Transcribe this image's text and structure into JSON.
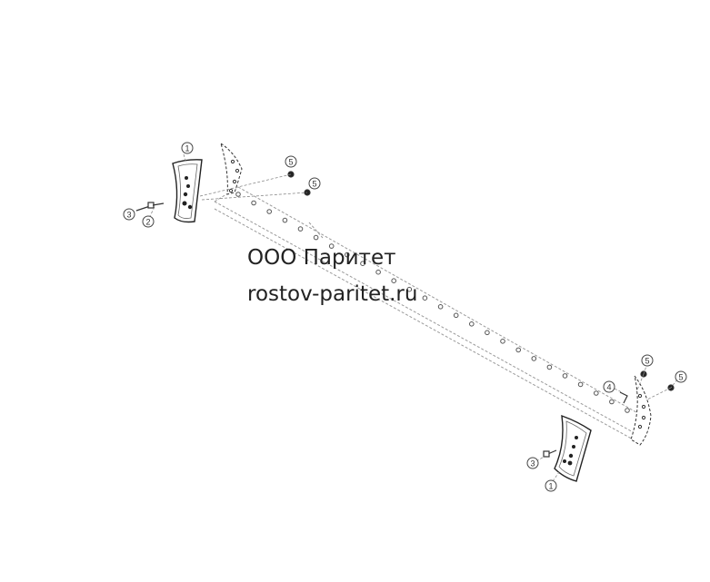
{
  "watermark": {
    "company": "ООО Паритет",
    "site": "rostov-paritet.ru"
  },
  "callouts": [
    {
      "id": "c1a",
      "label": "1"
    },
    {
      "id": "c5a",
      "label": "5"
    },
    {
      "id": "c5b",
      "label": "5"
    },
    {
      "id": "c3a",
      "label": "3"
    },
    {
      "id": "c2a",
      "label": "2"
    },
    {
      "id": "c5c",
      "label": "5"
    },
    {
      "id": "c5d",
      "label": "5"
    },
    {
      "id": "c4a",
      "label": "4"
    },
    {
      "id": "c3b",
      "label": "3"
    },
    {
      "id": "c1b",
      "label": "1"
    }
  ]
}
